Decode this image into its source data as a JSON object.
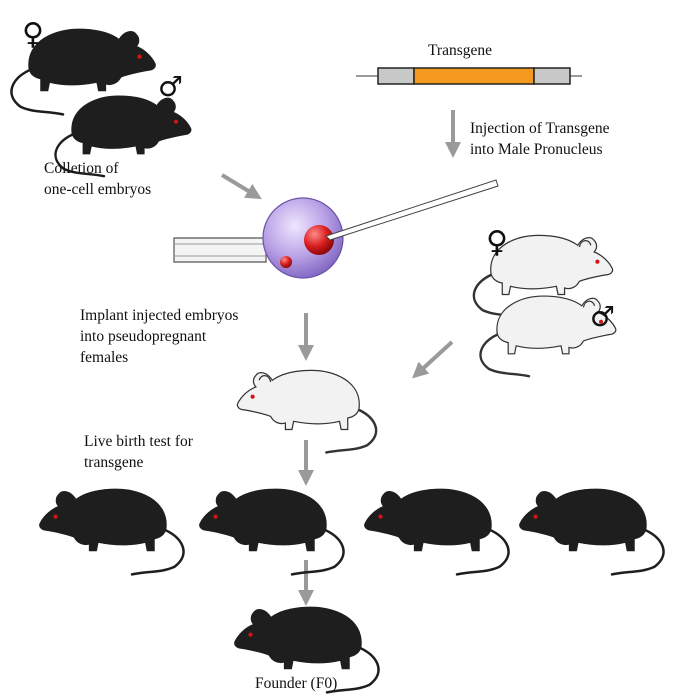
{
  "transgene": {
    "label": "Transgene"
  },
  "steps": {
    "collection": "Colletion of\none-cell embryos",
    "injection": "Injection of Transgene\ninto Male Pronucleus",
    "implant": "Implant injected embryos\ninto pseudopregnant\nfemales",
    "live_birth": "Live birth test for\ntransgene",
    "founder": "Founder (F0)"
  },
  "symbols": {
    "female": "♀",
    "male": "♂"
  },
  "colors": {
    "black_mouse": "#1e1e1e",
    "white_mouse": "#f2f2f2",
    "outline": "#333333",
    "eye": "#d41414",
    "transgene_body": "#f39a1e",
    "transgene_flank": "#c8c8c8",
    "embryo": "#a78fd6",
    "pronucleus": "#d81d1d",
    "arrow": "#9a9a9a"
  }
}
